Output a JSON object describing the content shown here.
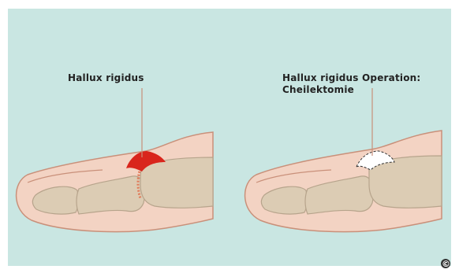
{
  "labels": {
    "left": "Hallux rigidus",
    "right_line1": "Hallux rigidus Operation:",
    "right_line2": "Cheilektomie",
    "copyright": "©"
  },
  "colors": {
    "background": "#c9e6e2",
    "skin": "#f3d3c3",
    "skin_dark": "#e1b9a6",
    "bone": "#dcccb4",
    "bone_outline": "#b7a48c",
    "bone_spur": "#d9251c",
    "leader_line": "#c9907a"
  }
}
